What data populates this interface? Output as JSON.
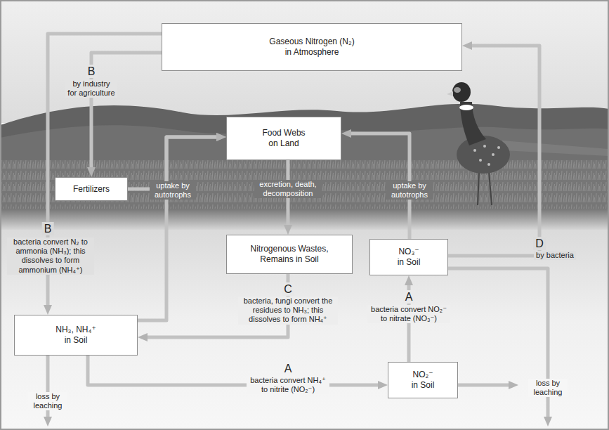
{
  "diagram": {
    "nodes": [
      {
        "text": [
          "Gaseous Nitrogen (N₂) in Atmosphere"
        ]
      },
      {
        "text": [
          "Fertilizers"
        ]
      },
      {
        "text": [
          "Food Webs on Land"
        ]
      },
      {
        "text": [
          "Nitrogenous Wastes, Remains in Soil"
        ]
      },
      {
        "text": [
          "NO₃⁻ in Soil"
        ]
      },
      {
        "text": [
          "NH₃, NH₄⁺ in Soil"
        ]
      },
      {
        "text": [
          "NO₂⁻ in Soil"
        ]
      }
    ],
    "edges": [
      {
        "from": 0,
        "to": 1,
        "arrow": "to",
        "label": "by industry for agriculture"
      },
      {
        "from": 0,
        "to": 5,
        "arrow": "to",
        "label": "bacteria convert N₂ to ammonia (NH₃); this dissolves to form ammonium (NH₄⁺)"
      },
      {
        "from": 1,
        "to": 2,
        "arrow": "to"
      },
      {
        "from": 5,
        "to": 2,
        "arrow": "to",
        "label": "uptake by autotrophs"
      },
      {
        "from": 4,
        "to": 2,
        "arrow": "to",
        "label": "uptake by autotrophs"
      },
      {
        "from": 2,
        "to": 3,
        "arrow": "to",
        "label": "excretion, death, decomposition"
      },
      {
        "from": 3,
        "to": 5,
        "arrow": "to",
        "label": "bacteria, fungi convert the residues to NH₃; this dissolves to form NH₄⁺"
      },
      {
        "from": 5,
        "to": 6,
        "arrow": "to",
        "label": "bacteria convert NH₄⁺ to nitrite (NO₂⁻)"
      },
      {
        "from": 6,
        "to": 4,
        "arrow": "to",
        "label": "bacteria convert NO₂⁻ to nitrate (NO₃⁻)"
      },
      {
        "from": 4,
        "to": 0,
        "arrow": "to",
        "label": "by bacteria"
      }
    ],
    "labels": [
      "B",
      "B",
      "C",
      "A",
      "A",
      "D",
      "loss by leaching",
      "loss by leaching"
    ]
  }
}
